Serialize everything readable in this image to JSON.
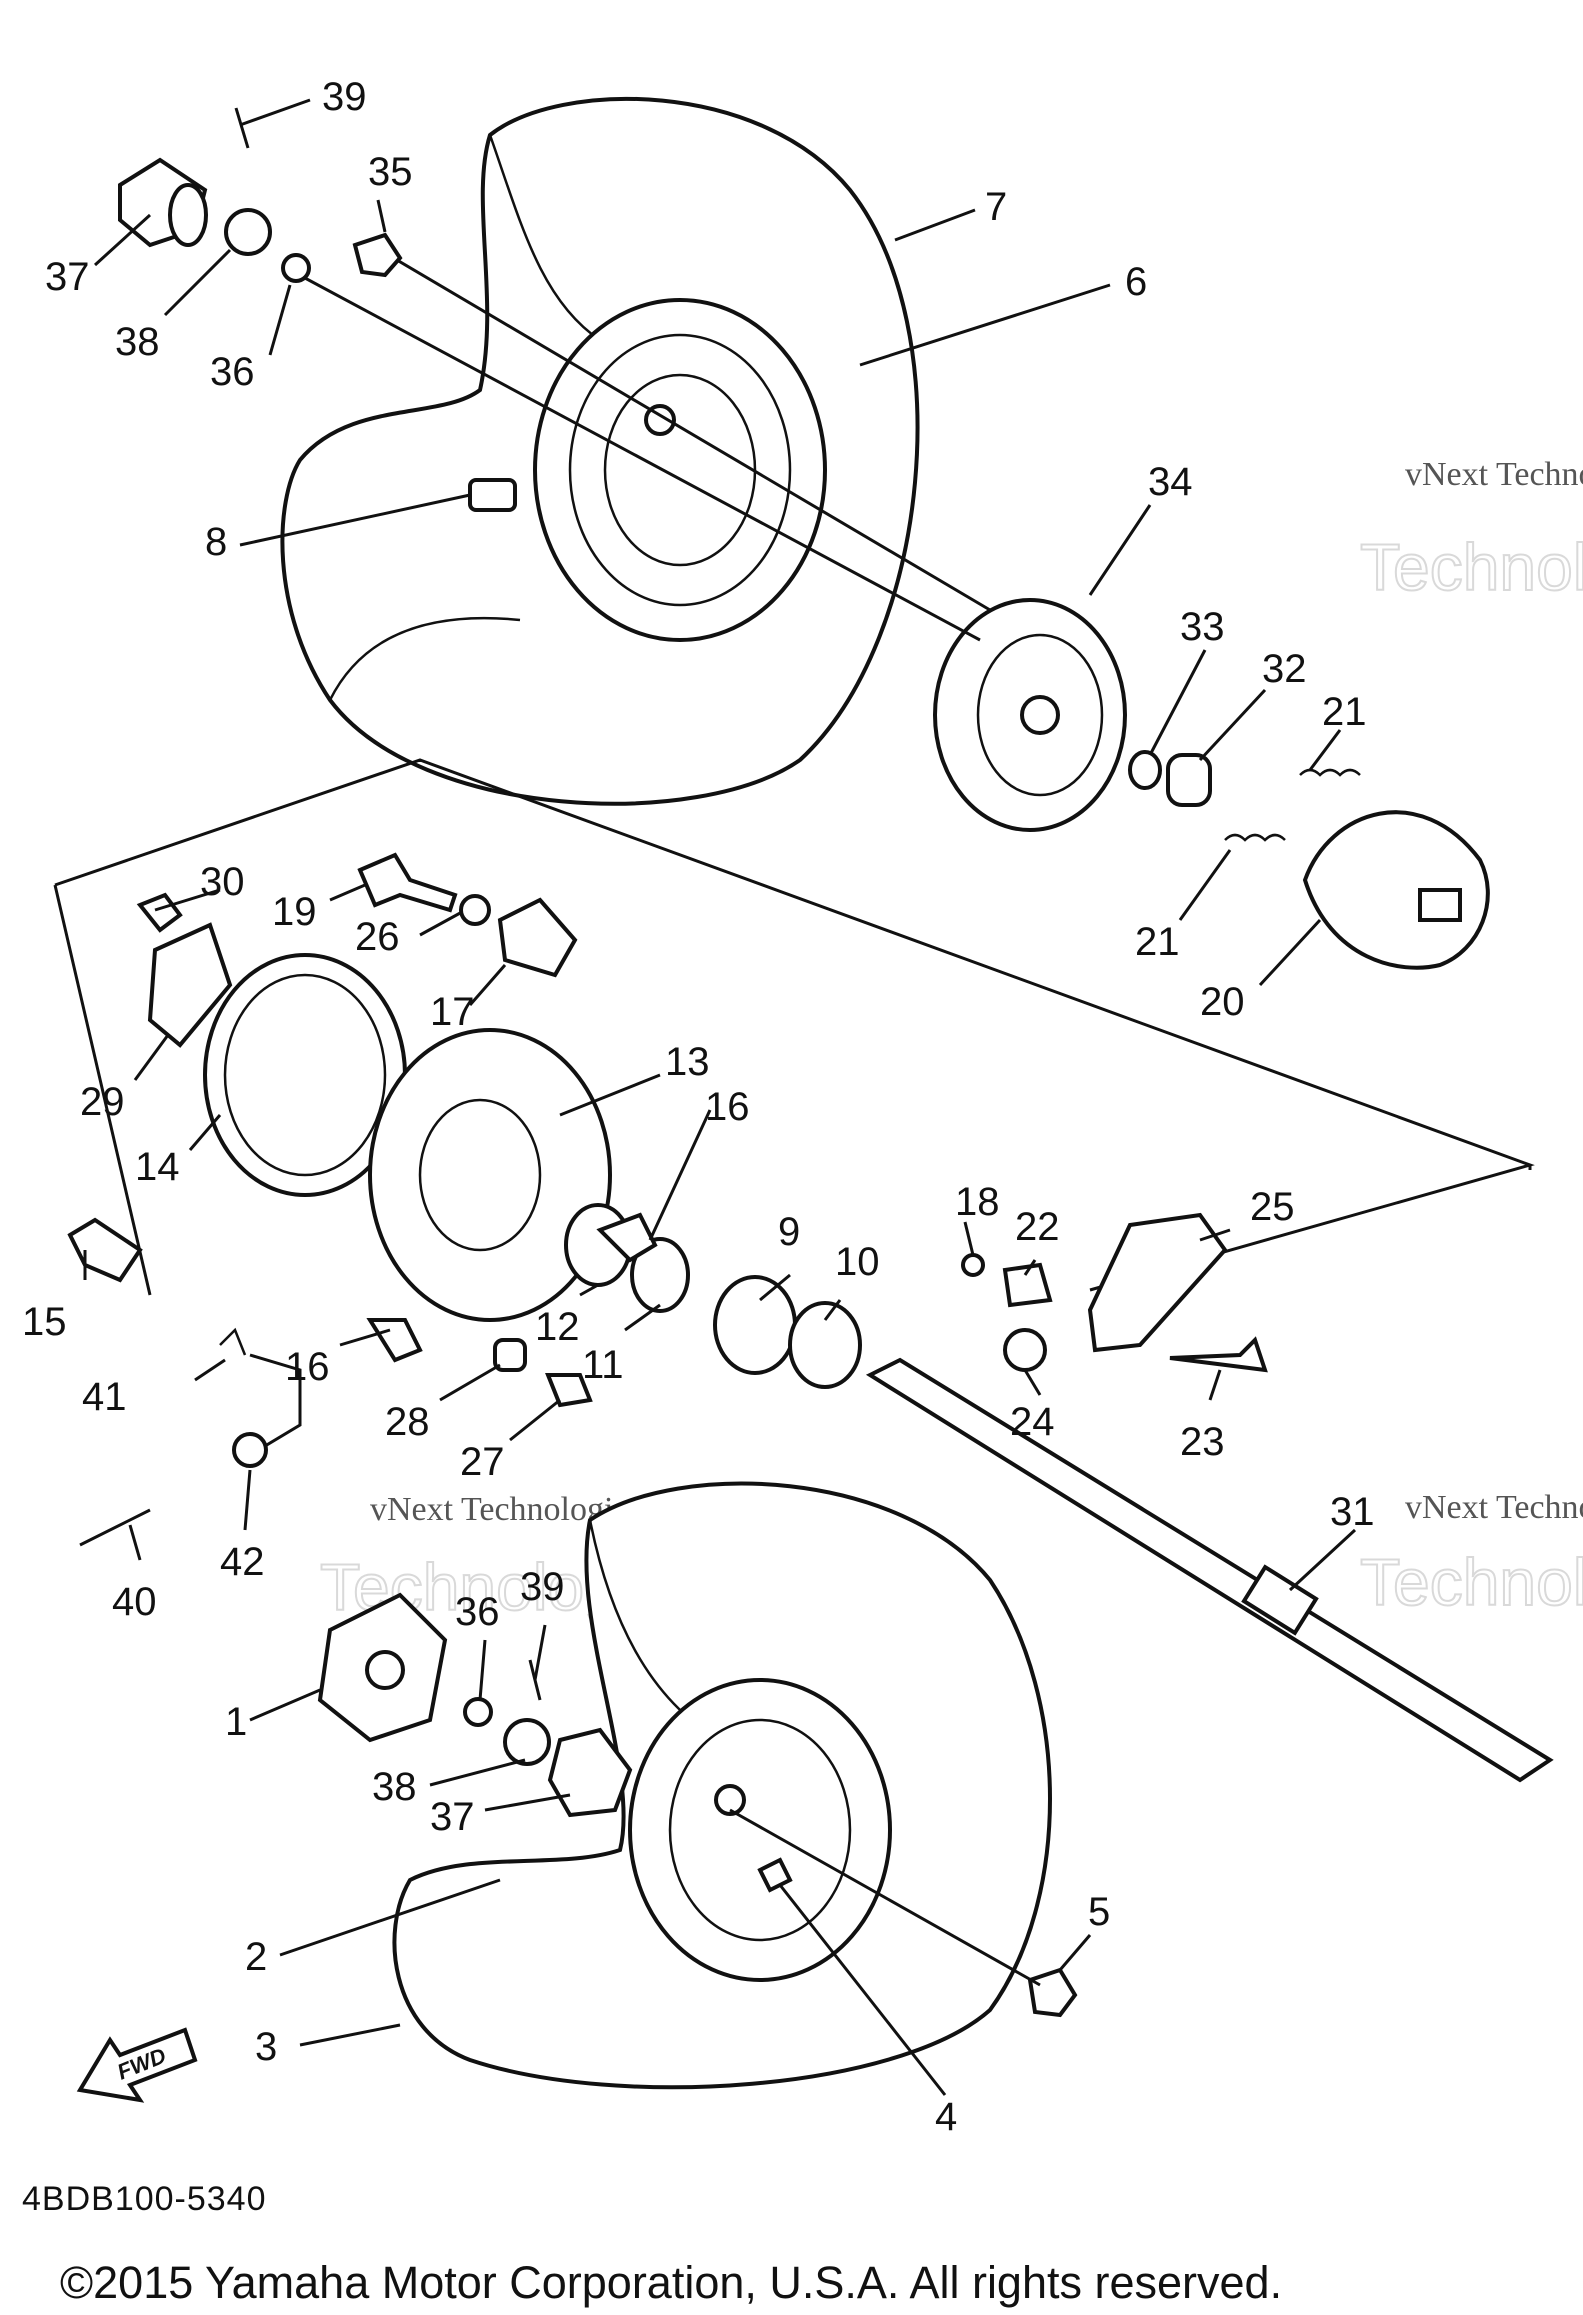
{
  "diagram": {
    "watermark_text": "vNext Technologies",
    "watermark_word_1": "vNext",
    "watermark_word_2": "Technologies",
    "fwd_arrow_label": "FWD",
    "doc_code": "4BDB100-5340",
    "copyright": "©2015 Yamaha Motor Corporation, U.S.A. All rights reserved.",
    "callouts": {
      "c1": "1",
      "c2": "2",
      "c3": "3",
      "c4": "4",
      "c5": "5",
      "c6": "6",
      "c7": "7",
      "c8": "8",
      "c9": "9",
      "c10": "10",
      "c11": "11",
      "c12": "12",
      "c13": "13",
      "c14": "14",
      "c15": "15",
      "c16a": "16",
      "c16b": "16",
      "c17": "17",
      "c18": "18",
      "c19": "19",
      "c20": "20",
      "c21a": "21",
      "c21b": "21",
      "c22": "22",
      "c23": "23",
      "c24": "24",
      "c25": "25",
      "c26": "26",
      "c27": "27",
      "c28": "28",
      "c29": "29",
      "c30": "30",
      "c31": "31",
      "c32": "32",
      "c33": "33",
      "c34": "34",
      "c35": "35",
      "c36a": "36",
      "c36b": "36",
      "c37a": "37",
      "c37b": "37",
      "c38a": "38",
      "c38b": "38",
      "c39a": "39",
      "c39b": "39",
      "c40": "40",
      "c41": "41",
      "c42": "42"
    }
  }
}
